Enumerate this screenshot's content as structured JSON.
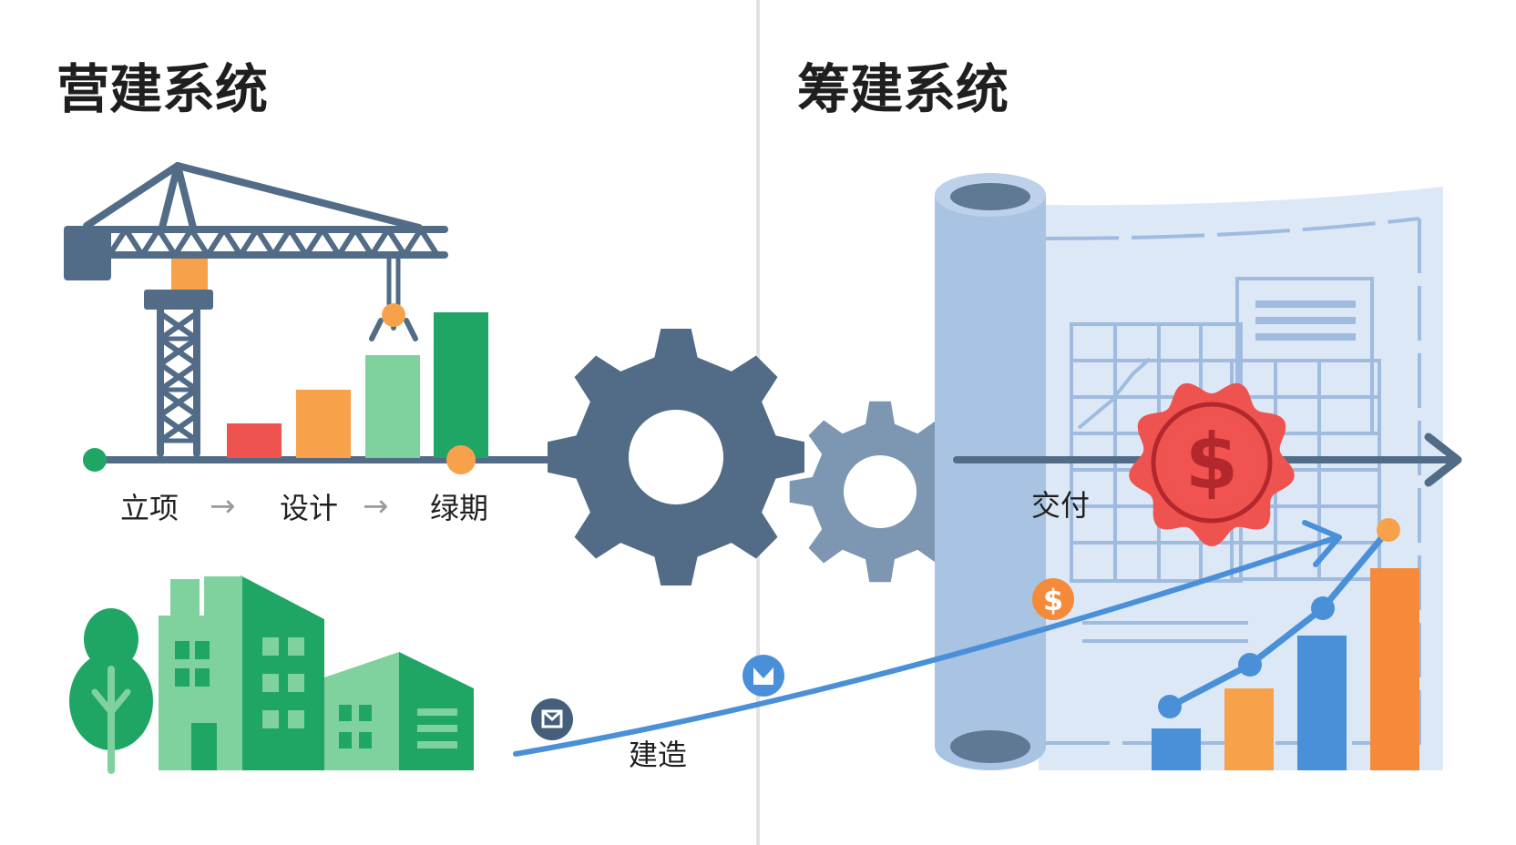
{
  "left_panel": {
    "title": "营建系统",
    "stages": [
      "立项",
      "设计",
      "绿期"
    ],
    "arrow_glyph": "→"
  },
  "right_panel": {
    "title": "筹建系统",
    "delivery_label": "交付"
  },
  "connector": {
    "label": "建造"
  },
  "icons": {
    "seal": "dollar-wax-seal-icon",
    "coin": "dollar-coin-icon",
    "crane": "tower-crane-icon",
    "gears": "gear-icon",
    "blueprint": "blueprint-scroll-icon"
  },
  "seal_symbol": "$",
  "coin_symbol": "$",
  "colors": {
    "slate": "#526c87",
    "slate_light": "#7d96b1",
    "green_dark": "#1fa665",
    "green_light": "#7fd19e",
    "orange": "#f7a24a",
    "orange_dark": "#f58a3a",
    "red": "#ef5350",
    "blue": "#4a90d9",
    "blueprint_bg": "#dde8f6",
    "blueprint_roll": "#a9c3e3"
  }
}
